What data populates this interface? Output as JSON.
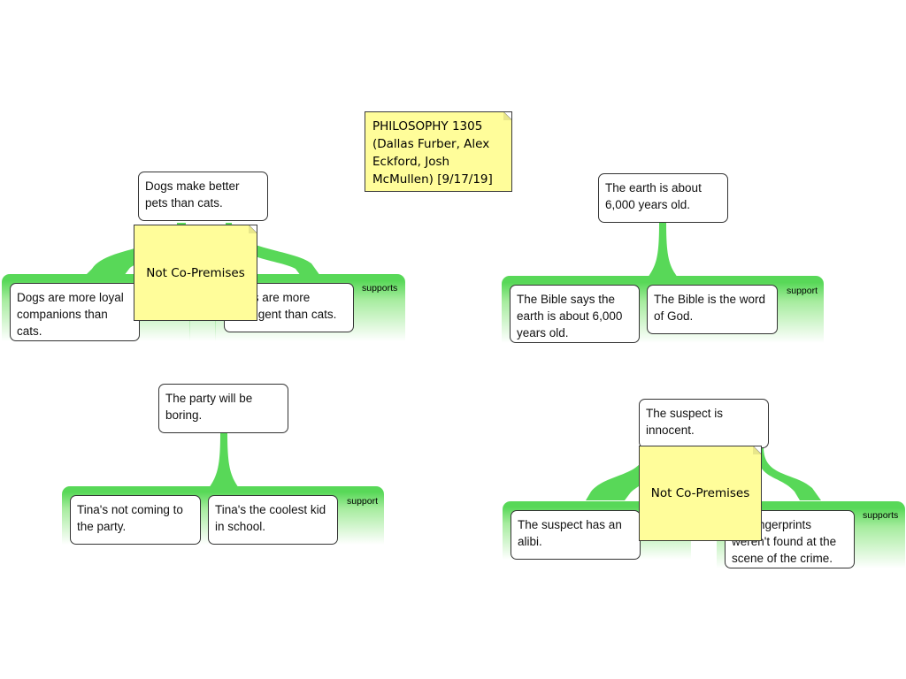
{
  "title_note": "PHILOSOPHY 1305\n(Dallas Furber, Alex\nEckford, Josh\nMcMullen) [9/17/19]",
  "maps": [
    {
      "claim": "Dogs make better pets than cats.",
      "band_label": "supports",
      "premises": [
        "Dogs are more loyal companions than cats.",
        "Dogs are more intelligent than cats."
      ],
      "note": "Not Co-Premises"
    },
    {
      "claim": "The earth is about 6,000 years old.",
      "band_label": "support",
      "premises": [
        "The Bible says the earth is about 6,000 years old.",
        "The Bible is the word of God."
      ]
    },
    {
      "claim": "The party will be boring.",
      "band_label": "support",
      "premises": [
        "Tina's not coming to the party.",
        "Tina's the coolest kid in school."
      ]
    },
    {
      "claim": "The suspect is innocent.",
      "band_label": "supports",
      "premises": [
        "The suspect has an alibi.",
        "His fingerprints weren't found at the scene of the crime."
      ],
      "note": "Not Co-Premises"
    }
  ],
  "colors": {
    "connector": "#58d858",
    "note_fill": "#fffd9a"
  }
}
